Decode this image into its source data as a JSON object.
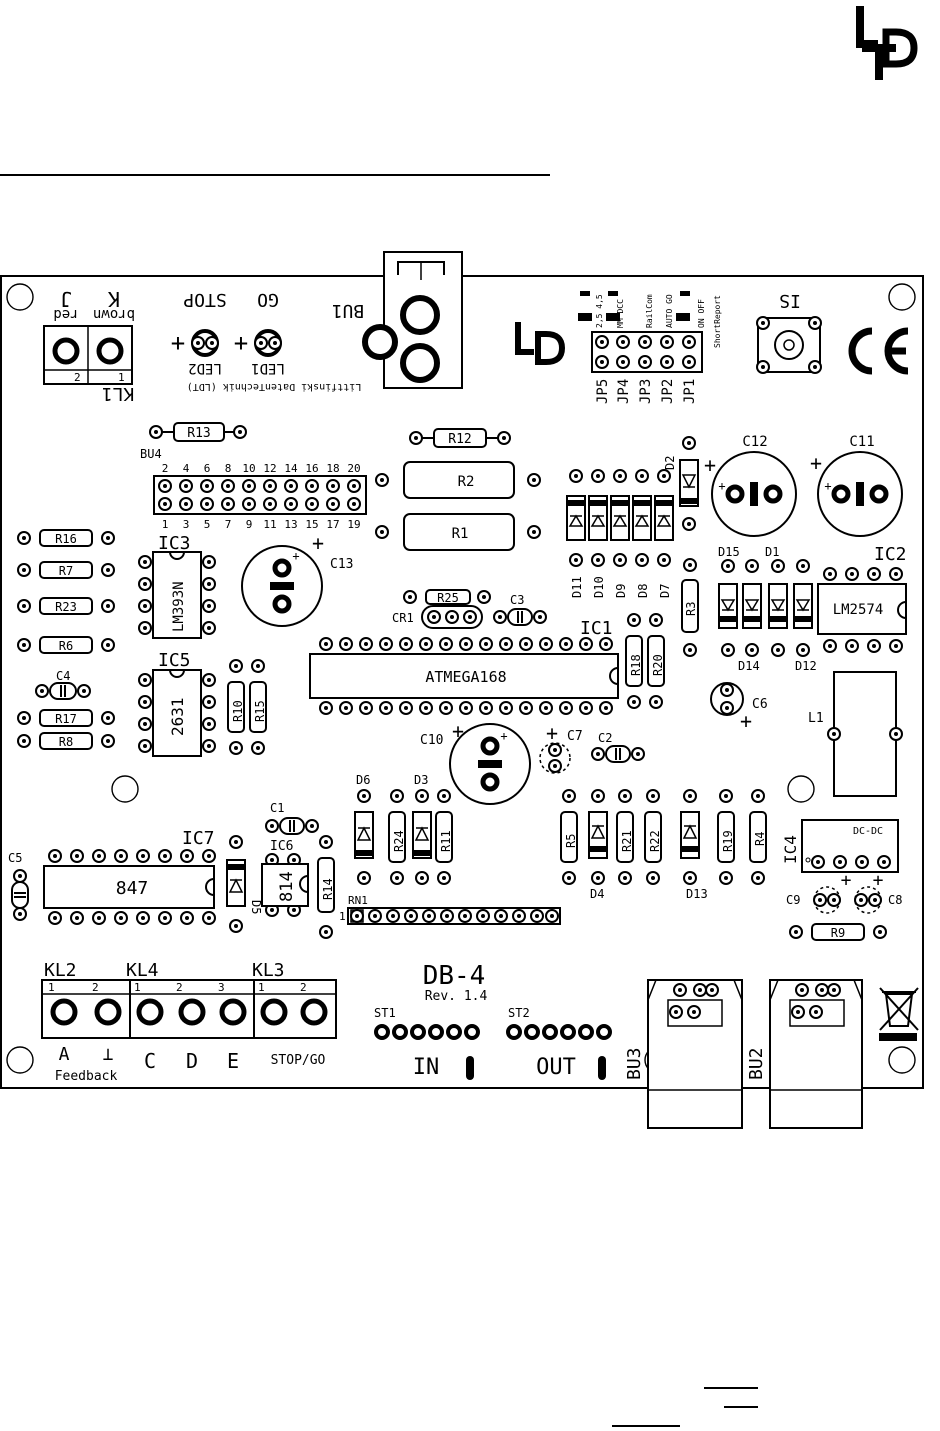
{
  "logo": {
    "mark": "LTD",
    "icon": "ldt-logo-icon"
  },
  "board": {
    "name": "DB-4",
    "revision": "Rev. 1.4",
    "credit": "Littfinski DatenTechnik (LDT)",
    "chips": {
      "ic1": {
        "ref": "IC1",
        "part": "ATMEGA168"
      },
      "ic2": {
        "ref": "IC2",
        "part": "LM2574"
      },
      "ic3": {
        "ref": "IC3",
        "part": "LM393N"
      },
      "ic4": {
        "ref": "IC4",
        "part": "DC-DC"
      },
      "ic5": {
        "ref": "IC5",
        "part": "2631"
      },
      "ic6": {
        "ref": "IC6",
        "part": "814"
      },
      "ic7": {
        "ref": "IC7",
        "part": "847"
      }
    },
    "resistors": [
      "R1",
      "R2",
      "R3",
      "R4",
      "R5",
      "R6",
      "R7",
      "R8",
      "R9",
      "R10",
      "R11",
      "R12",
      "R13",
      "R14",
      "R15",
      "R16",
      "R17",
      "R18",
      "R19",
      "R20",
      "R21",
      "R22",
      "R23",
      "R24",
      "R25"
    ],
    "diodes": [
      "D1",
      "D2",
      "D3",
      "D4",
      "D5",
      "D6",
      "D7",
      "D8",
      "D9",
      "D10",
      "D11",
      "D12",
      "D13",
      "D14",
      "D15"
    ],
    "capacitors": [
      "C1",
      "C2",
      "C3",
      "C4",
      "C5",
      "C6",
      "C7",
      "C8",
      "C9",
      "C10",
      "C11",
      "C12",
      "C13"
    ],
    "misc": {
      "cr1": "CR1",
      "rn1": "RN1",
      "l1": "L1",
      "is": "IS",
      "rn1_pin": "1"
    },
    "kl1": {
      "ref": "KL1",
      "label_j": "J",
      "label_k": "K",
      "wire_j": "red",
      "wire_k": "brown",
      "pin1": "1",
      "pin2": "2"
    },
    "leds": {
      "led1": "LED1",
      "led2": "LED2",
      "go": "GO",
      "stop": "STOP"
    },
    "bu1": "BU1",
    "bu2": "BU2",
    "bu3": "BU3",
    "bu4": {
      "ref": "BU4",
      "top_pins": [
        "2",
        "4",
        "6",
        "8",
        "10",
        "12",
        "14",
        "16",
        "18",
        "20"
      ],
      "bottom_pins": [
        "1",
        "3",
        "5",
        "7",
        "9",
        "11",
        "13",
        "15",
        "17",
        "19"
      ]
    },
    "jumpers": {
      "labels": [
        "JP5",
        "JP4",
        "JP3",
        "JP2",
        "JP1"
      ],
      "options": [
        "2,5  4,5",
        "MM  DCC",
        "RailCom",
        "AUTO  GO",
        "ON  OFF"
      ],
      "short_report": "ShortReport"
    },
    "terminals": {
      "kl2": "KL2",
      "kl4": "KL4",
      "kl3": "KL3",
      "pin1": "1",
      "pin2": "2",
      "pin3": "3",
      "a": "A",
      "ground": "⊥",
      "c": "C",
      "d": "D",
      "e": "E",
      "stop_go": "STOP/GO",
      "feedback": "Feedback"
    },
    "st1": "ST1",
    "st2": "ST2",
    "in": "IN",
    "out": "OUT",
    "plus": "+"
  }
}
